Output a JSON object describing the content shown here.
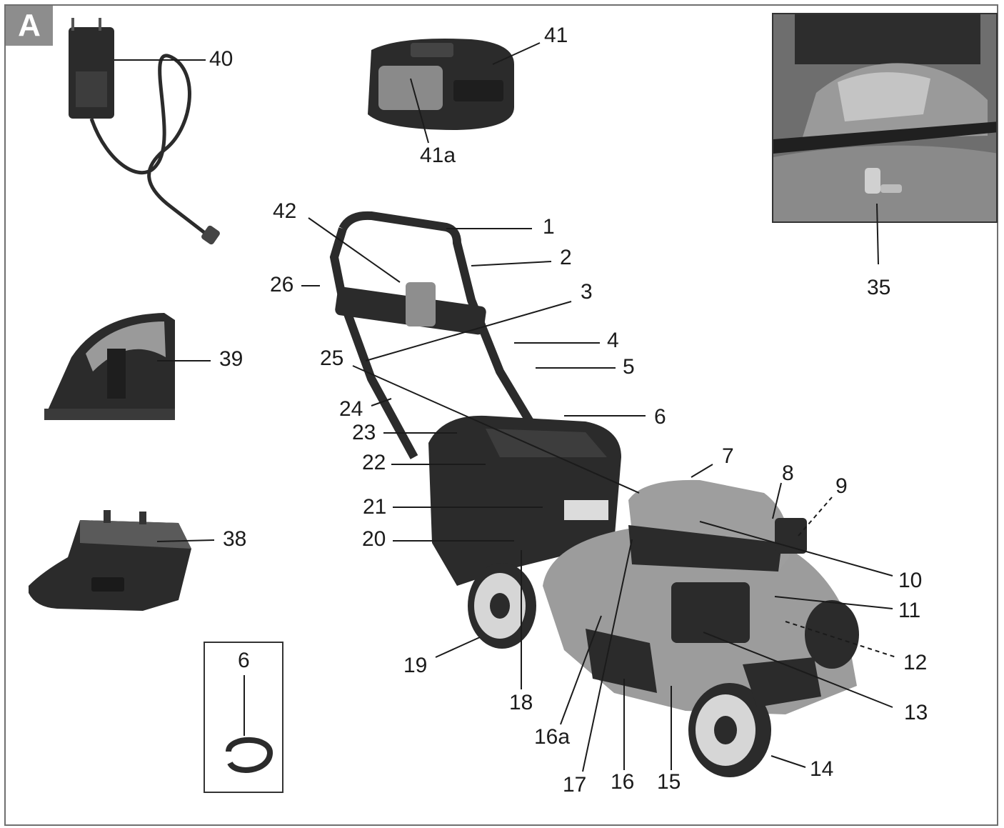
{
  "figure": {
    "badge": "A"
  },
  "callouts": {
    "c1": "1",
    "c2": "2",
    "c3": "3",
    "c4": "4",
    "c5": "5",
    "c6": "6",
    "c6b": "6",
    "c7": "7",
    "c8": "8",
    "c9": "9",
    "c10": "10",
    "c11": "11",
    "c12": "12",
    "c13": "13",
    "c14": "14",
    "c15": "15",
    "c16": "16",
    "c16a": "16a",
    "c17": "17",
    "c18": "18",
    "c19": "19",
    "c20": "20",
    "c21": "21",
    "c22": "22",
    "c23": "23",
    "c24": "24",
    "c25": "25",
    "c26": "26",
    "c35": "35",
    "c38": "38",
    "c39": "39",
    "c40": "40",
    "c41": "41",
    "c41a": "41a",
    "c42": "42"
  },
  "colors": {
    "ink": "#1b1b1b",
    "dark": "#2b2b2b",
    "mid": "#7a7a7a",
    "light": "#bdbdbd"
  }
}
